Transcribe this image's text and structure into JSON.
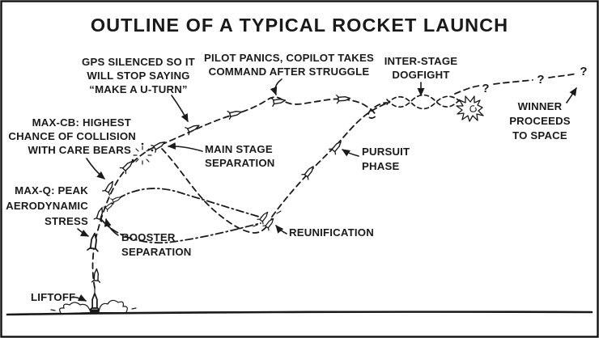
{
  "title": "OUTLINE OF A TYPICAL ROCKET LAUNCH",
  "labels": {
    "gps": {
      "lines": [
        "GPS SILENCED SO IT",
        "WILL STOP SAYING",
        "“MAKE A U-TURN”"
      ]
    },
    "pilot": {
      "lines": [
        "PILOT PANICS, COPILOT TAKES",
        "COMMAND AFTER STRUGGLE"
      ]
    },
    "dogfight": {
      "lines": [
        "INTER-STAGE",
        "DOGFIGHT"
      ]
    },
    "winner": {
      "lines": [
        "WINNER",
        "PROCEEDS",
        "TO SPACE"
      ]
    },
    "maxcb": {
      "lines": [
        "MAX-CB: HIGHEST",
        "CHANCE OF COLLISION",
        "WITH CARE BEARS"
      ]
    },
    "mainsep": {
      "lines": [
        "MAIN STAGE",
        "SEPARATION"
      ]
    },
    "maxq": {
      "lines": [
        "MAX-Q: PEAK",
        "AERODYNAMIC",
        "STRESS"
      ]
    },
    "pursuit": {
      "lines": [
        "PURSUIT",
        "PHASE"
      ]
    },
    "booster": {
      "lines": [
        "BOOSTER",
        "SEPARATION"
      ]
    },
    "reunification": {
      "lines": [
        "REUNIFICATION"
      ]
    },
    "liftoff": {
      "lines": [
        "LIFTOFF"
      ]
    }
  },
  "marks": {
    "question": "?"
  },
  "colors": {
    "ink": "#1a1a1a",
    "background": "#ffffff"
  }
}
